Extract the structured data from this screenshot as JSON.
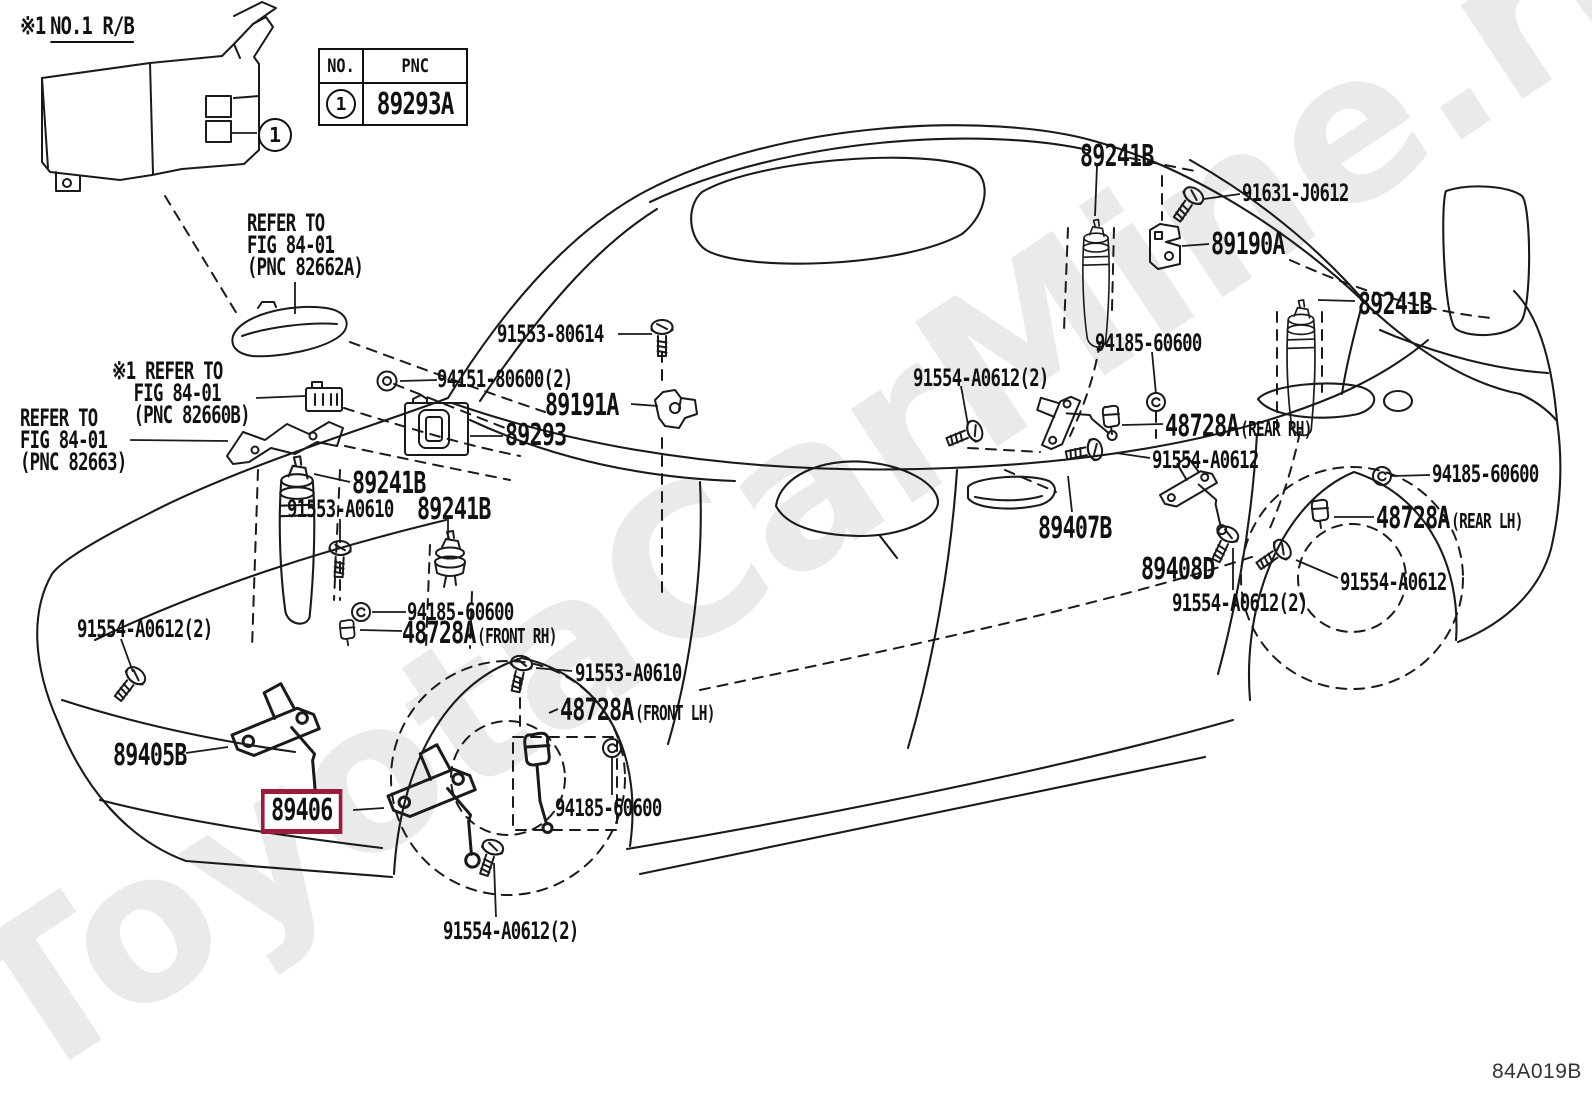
{
  "note": {
    "prefix": "※1",
    "title": "NO.1 R/B"
  },
  "legend_table": {
    "headers": [
      "NO.",
      "PNC"
    ],
    "rows": [
      {
        "no": "1",
        "pnc": "89293A"
      }
    ]
  },
  "callout": {
    "number": "1"
  },
  "refer_notes": [
    {
      "lines": [
        "REFER TO",
        "FIG 84-01",
        "(PNC 82662A)"
      ]
    },
    {
      "lines": [
        "※1 REFER TO",
        "FIG 84-01",
        "(PNC 82660B)"
      ]
    },
    {
      "lines": [
        "REFER TO",
        "FIG 84-01",
        "(PNC 82663)"
      ]
    }
  ],
  "labels": [
    {
      "text": "91553-80614"
    },
    {
      "text": "94151-80600(2)"
    },
    {
      "text": "89191A"
    },
    {
      "text": "89293"
    },
    {
      "text": "89241B"
    },
    {
      "text": "91553-A0610"
    },
    {
      "text": "89241B"
    },
    {
      "text": "94185-60600"
    },
    {
      "text": "48728A",
      "suffix": "(FRONT RH)"
    },
    {
      "text": "91554-A0612(2)"
    },
    {
      "text": "89405B"
    },
    {
      "text": "89406",
      "highlighted": true
    },
    {
      "text": "91553-A0610"
    },
    {
      "text": "48728A",
      "suffix": "(FRONT LH)"
    },
    {
      "text": "94185-60600"
    },
    {
      "text": "91554-A0612(2)"
    },
    {
      "text": "89241B"
    },
    {
      "text": "91631-J0612"
    },
    {
      "text": "89190A"
    },
    {
      "text": "89241B"
    },
    {
      "text": "94185-60600"
    },
    {
      "text": "91554-A0612(2)"
    },
    {
      "text": "48728A",
      "suffix": "(REAR RH)"
    },
    {
      "text": "91554-A0612"
    },
    {
      "text": "89407B"
    },
    {
      "text": "89408D"
    },
    {
      "text": "91554-A0612(2)"
    },
    {
      "text": "91554-A0612"
    },
    {
      "text": "94185-60600"
    },
    {
      "text": "48728A",
      "suffix": "(REAR LH)"
    }
  ],
  "watermark": "ToyotaCarMine.ru",
  "diagram_code": "84A019B",
  "colors": {
    "highlight_box": "#9b1b3c",
    "line": "#1a1a1a",
    "watermark": "#eaeaea"
  }
}
